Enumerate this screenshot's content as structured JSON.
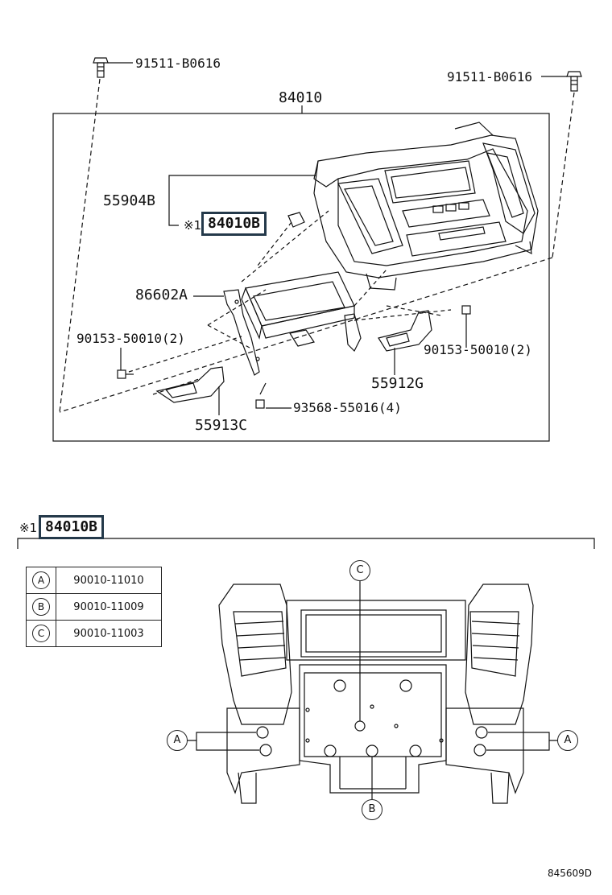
{
  "top_diagram": {
    "assembly_number": "84010",
    "labels": {
      "bolt_left": "91511-B0616",
      "bolt_right": "91511-B0616",
      "cover": "55904B",
      "switch_note_symbol": "※1",
      "switch_part": "84010B",
      "bracket_sensor": "86602A",
      "screw_left": "90153-50010(2)",
      "screw_right": "90153-50010(2)",
      "bracket_right": "55912G",
      "screw_bottom": "93568-55016(4)",
      "bracket_left": "55913C"
    }
  },
  "detail_section": {
    "note_symbol": "※1",
    "part_number": "84010B",
    "legend": [
      {
        "key": "A",
        "part": "90010-11010"
      },
      {
        "key": "B",
        "part": "90010-11009"
      },
      {
        "key": "C",
        "part": "90010-11003"
      }
    ],
    "callouts": {
      "c_top": "C",
      "a_left": "A",
      "a_right": "A",
      "b_bottom": "B"
    }
  },
  "figure_id": "845609D"
}
